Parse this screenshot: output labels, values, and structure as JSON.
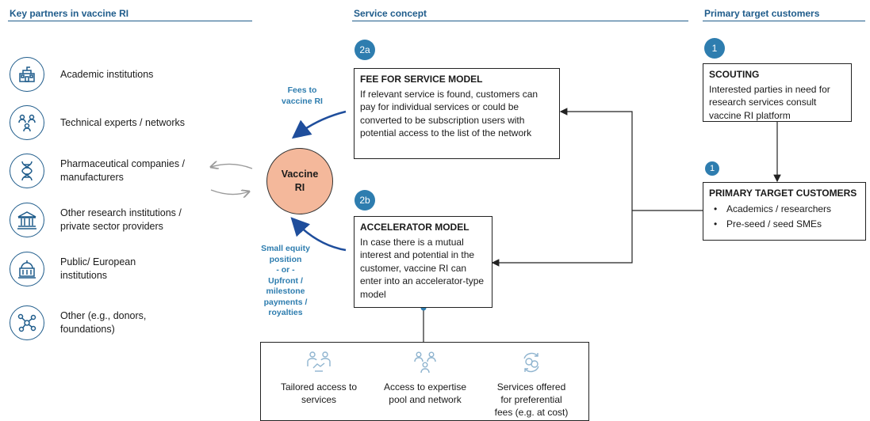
{
  "headers": {
    "partners": "Key partners in vaccine RI",
    "concept": "Service concept",
    "customers": "Primary target customers"
  },
  "partners": [
    {
      "icon": "school-icon",
      "label": "Academic institutions"
    },
    {
      "icon": "people-network-icon",
      "label": "Technical experts / networks"
    },
    {
      "icon": "dna-icon",
      "label": "Pharmaceutical companies /\nmanufacturers"
    },
    {
      "icon": "bank-building-icon",
      "label": "Other research institutions /\nprivate sector providers"
    },
    {
      "icon": "government-building-icon",
      "label": "Public/ European\ninstitutions"
    },
    {
      "icon": "network-nodes-icon",
      "label": "Other (e.g., donors,\nfoundations)"
    }
  ],
  "center": {
    "label": "Vaccine\nRI"
  },
  "notes": {
    "fees": "Fees to\nvaccine RI",
    "equity": "Small equity\nposition\n- or -\nUpfront /\nmilestone\npayments /\nroyalties"
  },
  "fee_model": {
    "badge": "2a",
    "title": "FEE FOR SERVICE MODEL",
    "body": "If relevant service is found, customers can pay for individual services or could be converted to be subscription users with potential access to the list of the network"
  },
  "accelerator_model": {
    "badge": "2b",
    "title": "ACCELERATOR MODEL",
    "body": "In case there is a mutual interest and potential in the customer, vaccine RI can enter into an accelerator-type model"
  },
  "scouting": {
    "badge": "1",
    "title": "SCOUTING",
    "body": "Interested parties in need for research services consult vaccine RI platform"
  },
  "primary": {
    "badge": "1",
    "title": "PRIMARY TARGET CUSTOMERS",
    "items": [
      "Academics / researchers",
      "Pre-seed / seed SMEs"
    ]
  },
  "offerings": [
    {
      "icon": "handshake-icon",
      "label": "Tailored access to\nservices"
    },
    {
      "icon": "expert-group-icon",
      "label": "Access to expertise\npool and network"
    },
    {
      "icon": "currency-exchange-icon",
      "label": "Services offered\nfor preferential\nfees (e.g. at cost)"
    }
  ],
  "colors": {
    "accent": "#1f5c8b",
    "badge": "#2e7daf",
    "arrow": "#1f4e9c",
    "vaccine_fill": "#f4b89b"
  }
}
